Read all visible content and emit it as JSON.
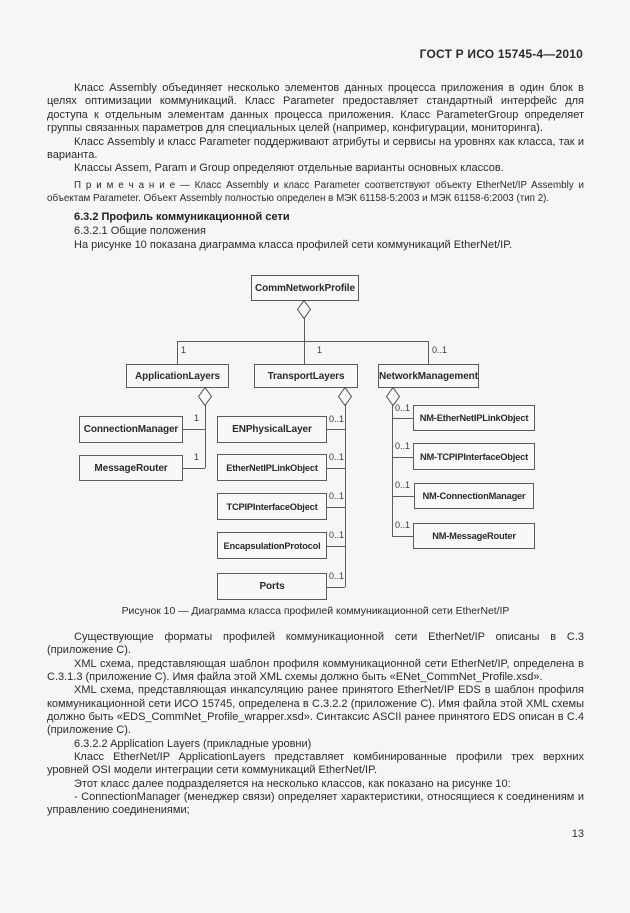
{
  "page": {
    "header": "ГОСТ Р ИСО 15745-4—2010",
    "page_number": "13"
  },
  "content": {
    "para1": "Класс Assembly объединяет несколько элементов данных процесса приложения в один блок в целях оптимизации коммуникаций. Класс Parameter предоставляет стандартный интерфейс для доступа к отдельным элементам данных процесса приложения. Класс ParameterGroup определяет группы связанных параметров для специальных целей (например, конфигурации, мониторинга).",
    "para2": "Класс Assembly и класс Parameter поддерживают атрибуты и сервисы на уровнях как класса, так и варианта.",
    "para3": "Классы Assem, Param и Group определяют отдельные варианты основных классов.",
    "note": "П р и м е ч а н и е — Класс Assembly и класс Parameter соответствуют объекту EtherNet/IP Assembly и объектам Parameter. Объект Assembly полностью определен в МЭК 61158-5:2003 и МЭК 61158-6:2003 (тип 2).",
    "heading_632": "6.3.2 Профиль коммуникационной сети",
    "heading_6321": "6.3.2.1 Общие положения",
    "para4": "На рисунке 10 показана диаграмма класса профилей сети коммуникаций EtherNet/IP.",
    "figure_caption": "Рисунок 10 — Диаграмма класса профилей коммуникационной сети EtherNet/IP",
    "para5": "Существующие форматы профилей коммуникационной сети EtherNet/IP описаны в С.3 (приложение С).",
    "para6": "XML схема, представляющая шаблон профиля коммуникационной сети EtherNet/IP, определена в С.3.1.3 (приложение С). Имя файла этой XML схемы должно быть «ENet_CommNet_Profile.xsd».",
    "para7": "XML схема, представляющая инкапсуляцию ранее принятого EtherNet/IP EDS в шаблон профиля коммуникационной сети ИСО 15745, определена в С.3.2.2 (приложение С). Имя файла этой XML схемы должно быть «EDS_CommNet_Profile_wrapper.xsd». Синтаксис ASCII ранее принятого EDS описан в С.4 (приложение С).",
    "heading_6322": "6.3.2.2 Application Layers (прикладные уровни)",
    "para8": "Класс EtherNet/IP ApplicationLayers представляет комбинированные профили трех верхних уровней OSI модели интеграции сети коммуникаций EtherNet/IP.",
    "para9": "Этот класс далее подразделяется на несколько классов, как показано на рисунке 10:",
    "para10": "- ConnectionManager (менеджер связи) определяет характеристики, относящиеся к соединениям и управлению соединениями;"
  },
  "diagram": {
    "boxes": {
      "root": "CommNetworkProfile",
      "app": "ApplicationLayers",
      "transport": "TransportLayers",
      "netmgmt": "NetworkManagement",
      "conn_mgr": "ConnectionManager",
      "msg_router": "MessageRouter",
      "en_physical": "ENPhysicalLayer",
      "enet_link": "EtherNetIPLinkObject",
      "tcpip_iface": "TCPIPInterfaceObject",
      "encap": "EncapsulationProtocol",
      "ports": "Ports",
      "nm_enet_link": "NM-EtherNetIPLinkObject",
      "nm_tcpip": "NM-TCPIPInterfaceObject",
      "nm_conn": "NM-ConnectionManager",
      "nm_msg": "NM-MessageRouter"
    },
    "mult": {
      "one": "1",
      "zero_one": "0..1"
    },
    "colors": {
      "line": "#5c5c5c",
      "page_bg": "#f5f6f5",
      "text": "#2b2b2b"
    }
  }
}
